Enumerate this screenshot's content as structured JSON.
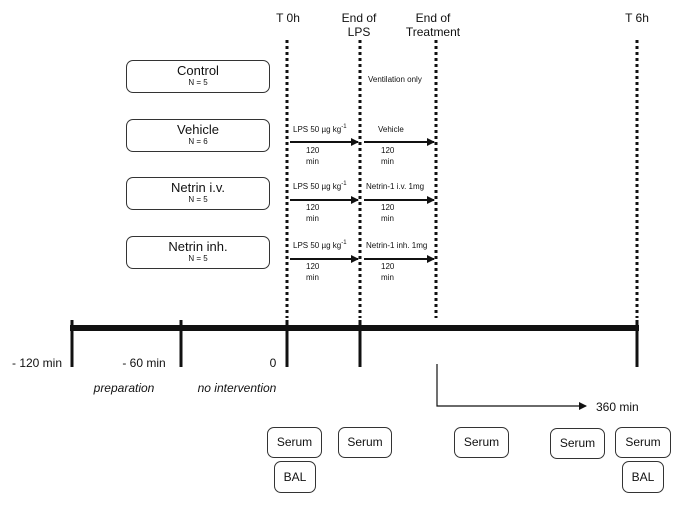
{
  "time_markers": {
    "t0": "T 0h",
    "end_lps": [
      "End of",
      "LPS"
    ],
    "end_treatment": [
      "End of",
      "Treatment"
    ],
    "t6": "T 6h"
  },
  "groups": [
    {
      "name": "Control",
      "n": "N = 5"
    },
    {
      "name": "Vehicle",
      "n": "N = 6"
    },
    {
      "name": "Netrin i.v.",
      "n": "N = 5"
    },
    {
      "name": "Netrin inh.",
      "n": "N = 5"
    }
  ],
  "control_note": "Ventilation only",
  "treatments": {
    "lps_label": "LPS 50 µg kg",
    "lps_sup": "-1",
    "duration_value": "120",
    "duration_unit": "min",
    "vehicle": "Vehicle",
    "netrin_iv": "Netrin-1 i.v. 1mg",
    "netrin_inh": "Netrin-1 inh. 1mg"
  },
  "timeline": {
    "ticks": [
      "- 120 min",
      "- 60 min",
      "0"
    ],
    "phases": [
      "preparation",
      "no intervention"
    ],
    "end_label": "360 min"
  },
  "samples": {
    "serum": "Serum",
    "bal": "BAL"
  }
}
